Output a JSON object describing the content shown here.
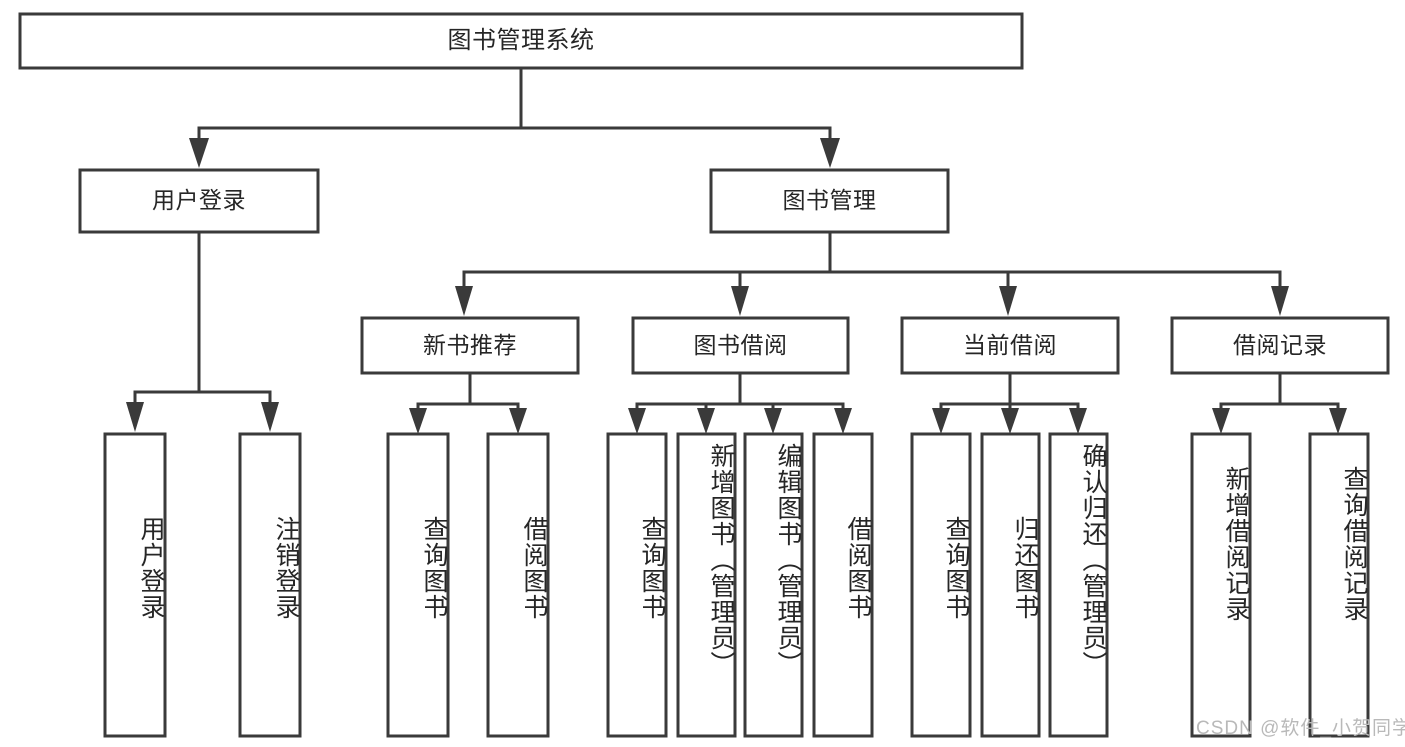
{
  "diagram": {
    "type": "tree-hierarchy",
    "title": "图书管理系统",
    "watermark": "CSDN @软件_小贺同学",
    "colors": {
      "stroke": "#3a3a3a",
      "fill": "#ffffff",
      "text": "#262626",
      "watermark": "#b9b9b9",
      "background": "#ffffff"
    },
    "levels": {
      "root": {
        "label": "图书管理系统"
      },
      "level2": [
        {
          "label": "用户登录"
        },
        {
          "label": "图书管理"
        }
      ],
      "level3": [
        {
          "label": "新书推荐"
        },
        {
          "label": "图书借阅"
        },
        {
          "label": "当前借阅"
        },
        {
          "label": "借阅记录"
        }
      ],
      "level4": [
        {
          "label": "用户登录",
          "parent": "用户登录"
        },
        {
          "label": "注销登录",
          "parent": "用户登录"
        },
        {
          "label": "查询图书",
          "parent": "新书推荐"
        },
        {
          "label": "借阅图书",
          "parent": "新书推荐"
        },
        {
          "label": "查询图书",
          "parent": "图书借阅"
        },
        {
          "label": "新增图书（管理员）",
          "parent": "图书借阅"
        },
        {
          "label": "编辑图书（管理员）",
          "parent": "图书借阅"
        },
        {
          "label": "借阅图书",
          "parent": "图书借阅"
        },
        {
          "label": "查询图书",
          "parent": "当前借阅"
        },
        {
          "label": "归还图书",
          "parent": "当前借阅"
        },
        {
          "label": "确认归还（管理员）",
          "parent": "当前借阅"
        },
        {
          "label": "新增借阅记录",
          "parent": "借阅记录"
        },
        {
          "label": "查询借阅记录",
          "parent": "借阅记录"
        }
      ]
    }
  }
}
